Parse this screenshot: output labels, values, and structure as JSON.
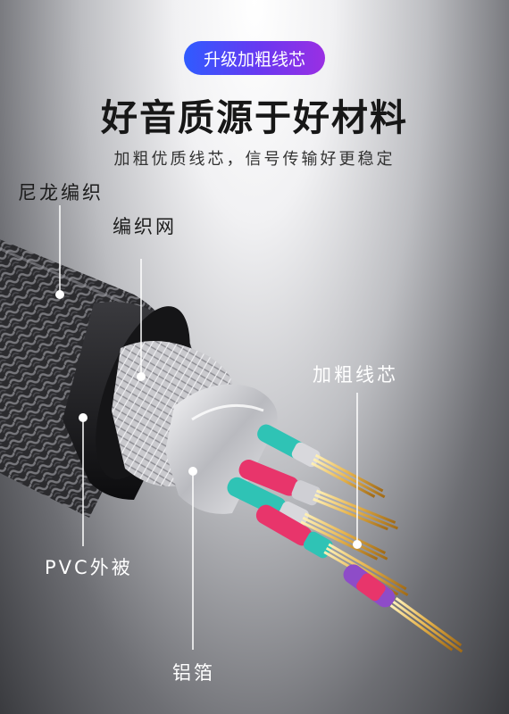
{
  "badge": "升级加粗线芯",
  "headline": "好音质源于好材料",
  "subheadline": "加粗优质线芯，信号传输好更稳定",
  "callouts": {
    "nylon_braid": "尼龙编织",
    "braided_mesh": "编织网",
    "thick_core": "加粗线芯",
    "pvc_jacket": "PVC外被",
    "aluminum_foil": "铝箔"
  },
  "colors": {
    "badge_gradient_start": "#2f5bff",
    "badge_gradient_end": "#9a2fe3",
    "wire_teal": "#2fc3b5",
    "wire_pink": "#e8356b",
    "wire_purple": "#8e4cc8",
    "copper": "#e6b24a"
  }
}
